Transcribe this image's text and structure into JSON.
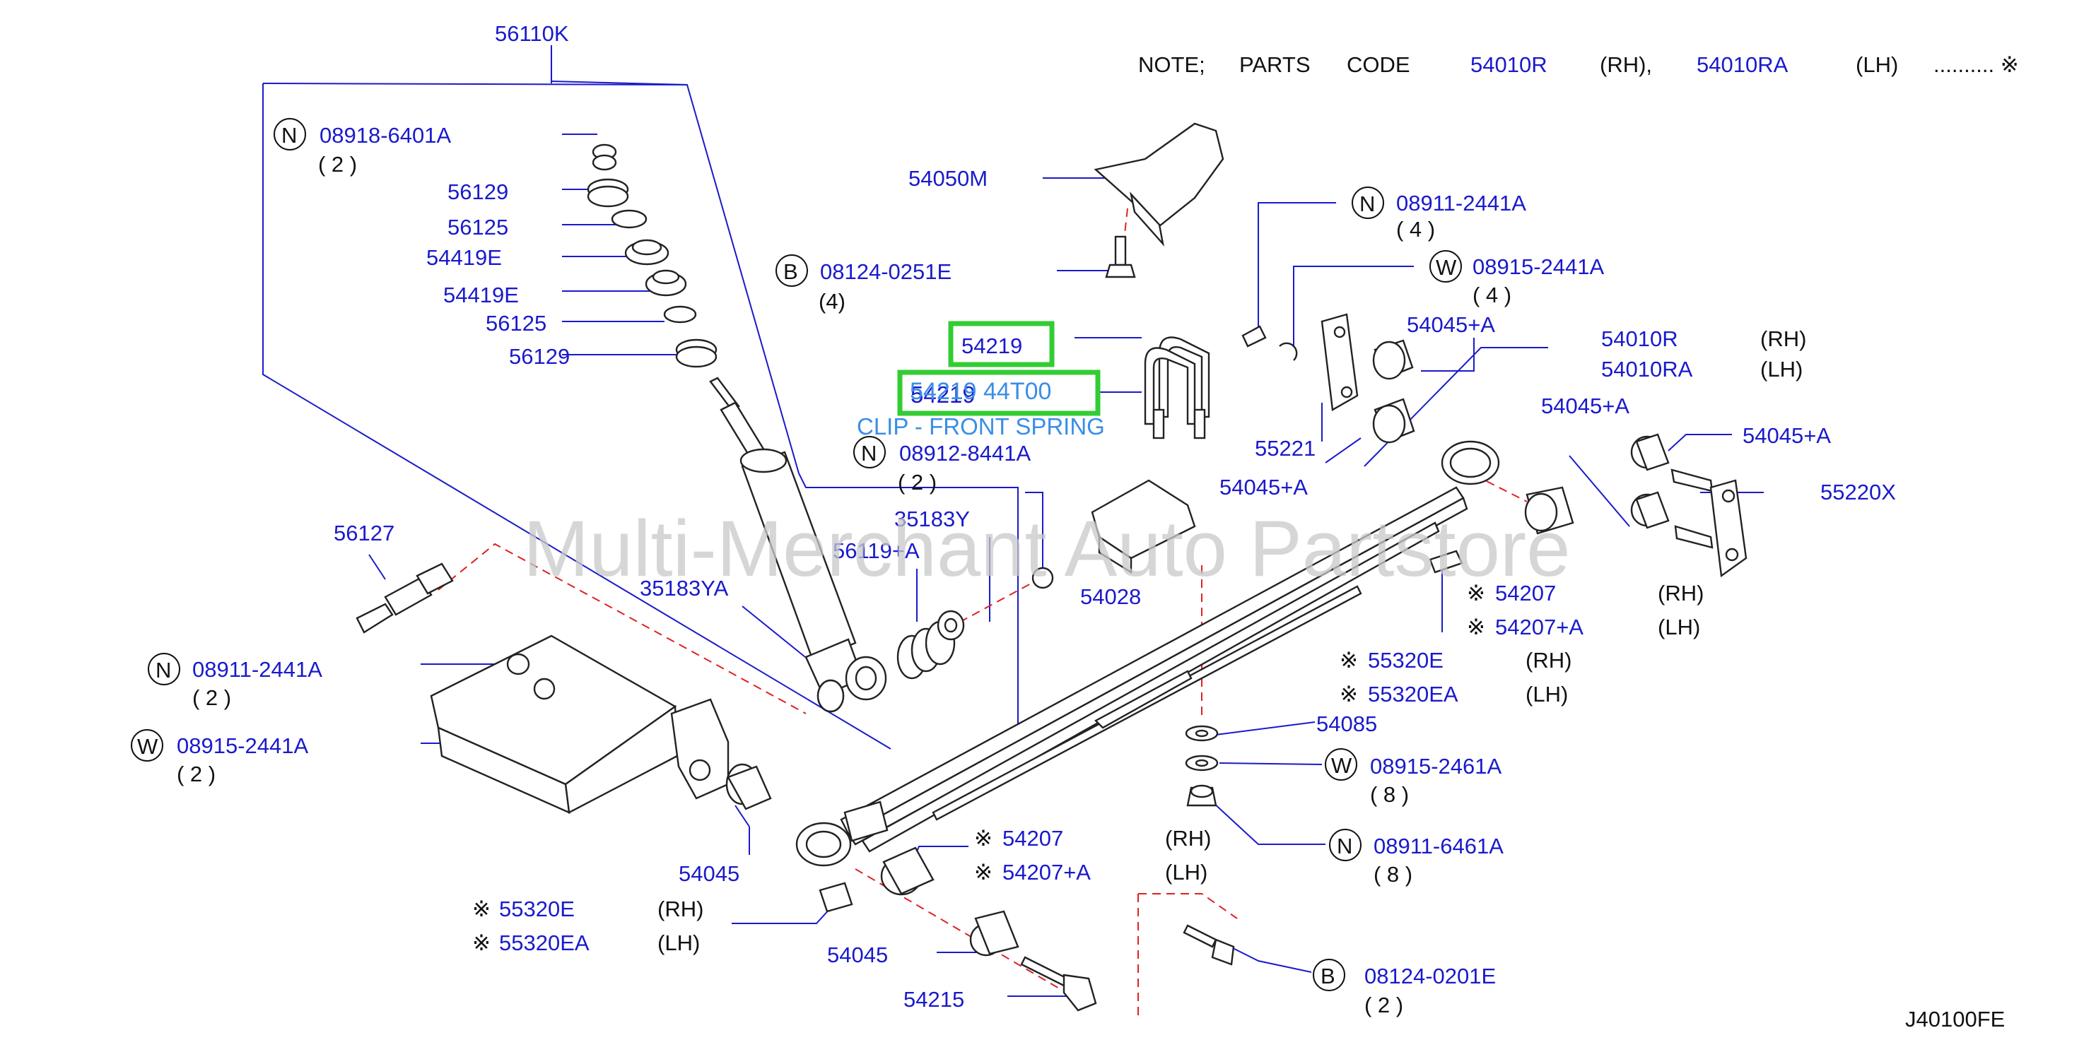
{
  "note": {
    "prefix": "NOTE;",
    "label": "PARTS",
    "code": "CODE",
    "rh_code": "54010R",
    "rh": "(RH),",
    "lh_code": "54010RA",
    "lh": "(LH)",
    "mark": ".......... ※"
  },
  "watermark": "Multi-Merchant Auto Partstore",
  "diagram_code": "J40100FE",
  "highlight": {
    "part_a": "54219",
    "part_b_overlap": "54219",
    "part_b_full": "54219 44T00",
    "caption": "CLIP - FRONT SPRING"
  },
  "symbols": {
    "N": "N",
    "W": "W",
    "B": "B",
    "ref": "※"
  },
  "labels": {
    "p56110K": "56110K",
    "p089186401A": "08918-6401A",
    "q2a": "( 2 )",
    "p56129a": "56129",
    "p56125a": "56125",
    "p54419Ea": "54419E",
    "p54419Eb": "54419E",
    "p56125b": "56125",
    "p56129b": "56129",
    "p54050M": "54050M",
    "p081240251E": "08124-0251E",
    "q4a": "(4)",
    "p089112441Aa": "08911-2441A",
    "q4b": "( 4 )",
    "p089152441Aa": "08915-2441A",
    "q4c": "( 4 )",
    "p54045Aa": "54045+A",
    "p54010R": "54010R",
    "rh1": "(RH)",
    "p54010RA": "54010RA",
    "lh1": "(LH)",
    "p54045Ab": "54045+A",
    "p54045Ac": "54045+A",
    "p55220X": "55220X",
    "p55221": "55221",
    "p54045Ad": "54045+A",
    "p089128441A": "08912-8441A",
    "q2b": "( 2 )",
    "p35183Y": "35183Y",
    "p56119A": "56119+A",
    "p35183YA": "35183YA",
    "p56127": "56127",
    "p54028": "54028",
    "p54207a": "54207",
    "rh2": "(RH)",
    "p54207Aa": "54207+A",
    "lh2": "(LH)",
    "p55320Ea": "55320E",
    "rh3": "(RH)",
    "p55320EAa": "55320EA",
    "lh3": "(LH)",
    "p089112441Ab": "08911-2441A",
    "q2c": "( 2 )",
    "p089152441Ab": "08915-2441A",
    "q2d": "( 2 )",
    "p54085": "54085",
    "p089152461A": "08915-2461A",
    "q8a": "( 8 )",
    "rh4": "(RH)",
    "lh4": "(LH)",
    "p089116461A": "08911-6461A",
    "q8b": "( 8 )",
    "p54045a": "54045",
    "p54207b": "54207",
    "p54207Ab": "54207+A",
    "p55320Eb": "55320E",
    "rh5": "(RH)",
    "p55320EAb": "55320EA",
    "lh5": "(LH)",
    "p54045b": "54045",
    "p54215": "54215",
    "p081240201E": "08124-0201E",
    "q2e": "( 2 )"
  }
}
